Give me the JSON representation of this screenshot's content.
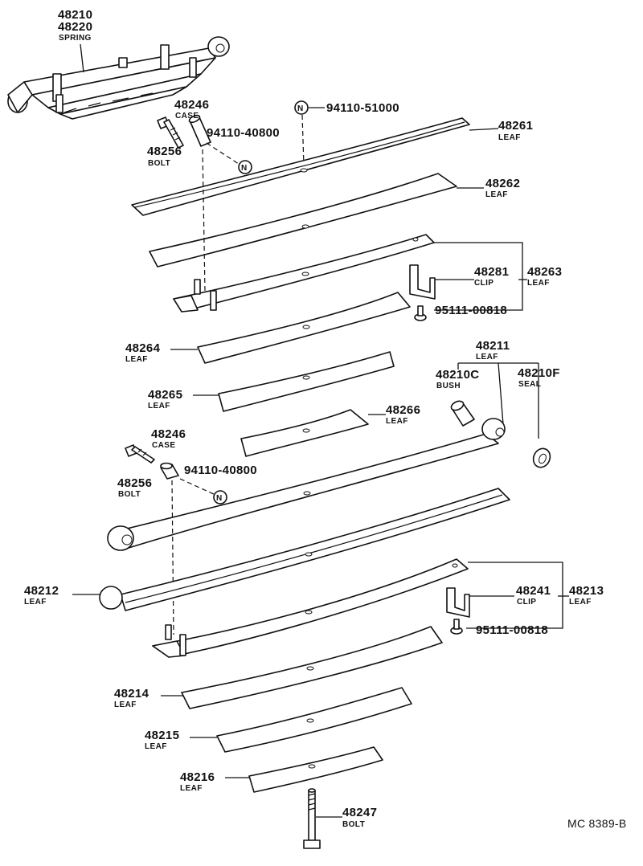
{
  "labels": {
    "spring_assembly": {
      "number_1": "48210",
      "number_2": "48220",
      "name": "SPRING"
    },
    "case_top": {
      "number": "48246",
      "name": "CASE"
    },
    "bolt_top": {
      "number": "48256",
      "name": "BOLT"
    },
    "nut_top": {
      "number": "94110-40800",
      "symbol": "N"
    },
    "nut_center": {
      "number": "94110-51000",
      "symbol": "N"
    },
    "leaf_48261": {
      "number": "48261",
      "name": "LEAF"
    },
    "leaf_48262": {
      "number": "48262",
      "name": "LEAF"
    },
    "clip_48281": {
      "number": "48281",
      "name": "CLIP"
    },
    "leaf_48263": {
      "number": "48263",
      "name": "LEAF"
    },
    "bolt_95111_top": {
      "number": "95111-00818"
    },
    "leaf_48264": {
      "number": "48264",
      "name": "LEAF"
    },
    "leaf_48211": {
      "number": "48211",
      "name": "LEAF"
    },
    "bush": {
      "number": "48210C",
      "name": "BUSH"
    },
    "seal": {
      "number": "48210F",
      "name": "SEAL"
    },
    "leaf_48265": {
      "number": "48265",
      "name": "LEAF"
    },
    "leaf_48266": {
      "number": "48266",
      "name": "LEAF"
    },
    "case_bottom": {
      "number": "48246",
      "name": "CASE"
    },
    "bolt_bottom": {
      "number": "48256",
      "name": "BOLT"
    },
    "nut_bottom": {
      "number": "94110-40800",
      "symbol": "N"
    },
    "leaf_48212": {
      "number": "48212",
      "name": "LEAF"
    },
    "clip_48241": {
      "number": "48241",
      "name": "CLIP"
    },
    "leaf_48213": {
      "number": "48213",
      "name": "LEAF"
    },
    "bolt_95111_bottom": {
      "number": "95111-00818"
    },
    "leaf_48214": {
      "number": "48214",
      "name": "LEAF"
    },
    "leaf_48215": {
      "number": "48215",
      "name": "LEAF"
    },
    "leaf_48216": {
      "number": "48216",
      "name": "LEAF"
    },
    "center_bolt": {
      "number": "48247",
      "name": "BOLT"
    }
  },
  "diagram_code": "MC 8389-B"
}
